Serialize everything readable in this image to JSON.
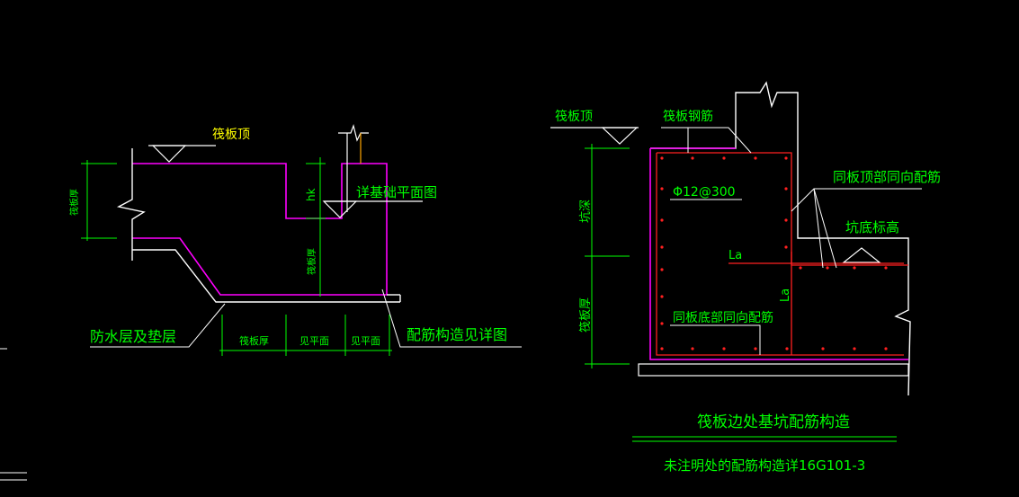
{
  "colors": {
    "background": "#000000",
    "white": "#ffffff",
    "magenta": "#ff00ff",
    "green": "#00ff00",
    "yellow": "#ffff00",
    "red": "#ff2020",
    "orange": "#ffa500"
  },
  "left_detail": {
    "label_top": "筏板顶",
    "label_thickness": "筏板厚",
    "label_hk": "hk",
    "label_thickness_2": "筏板厚",
    "label_plan_ref": "详基础平面图",
    "label_waterproof": "防水层及垫层",
    "label_rebar_ref": "配筋构造见详图",
    "dim_labels": [
      "筏板厚",
      "见平面",
      "见平面"
    ]
  },
  "right_detail": {
    "label_top": "筏板顶",
    "label_rebar": "筏板钢筋",
    "label_pit_depth": "坑深",
    "label_thickness": "筏板厚",
    "label_bar_spec": "Φ12@300",
    "label_top_same_dir": "同板顶部同向配筋",
    "label_pit_bottom": "坑底标高",
    "label_la_h": "La",
    "label_la_v": "La",
    "label_bottom_same_dir": "同板底部同向配筋"
  },
  "captions": {
    "title": "筏板边处基坑配筋构造",
    "note": "未注明处的配筋构造详16G101-3"
  }
}
